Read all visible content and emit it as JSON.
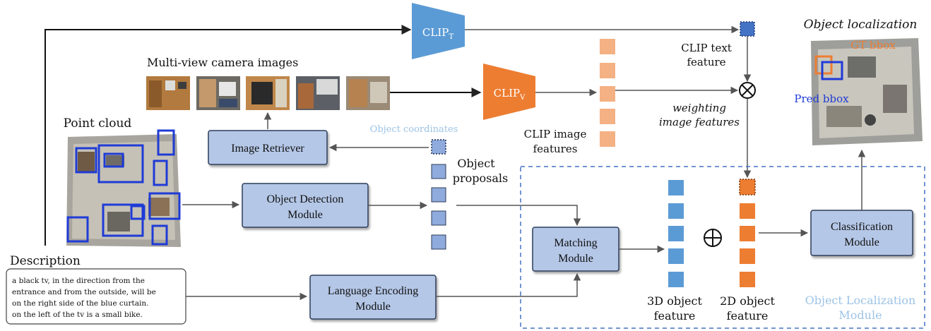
{
  "labels": {
    "clip_t": "CLIP",
    "clip_t_sub": "T",
    "clip_v": "CLIP",
    "clip_v_sub": "V",
    "multiview": "Multi-view camera images",
    "point_cloud": "Point cloud",
    "image_retriever": "Image Retriever",
    "object_coordinates": "Object coordinates",
    "object_proposals_1": "Object",
    "object_proposals_2": "proposals",
    "od_module_1": "Object Detection",
    "od_module_2": "Module",
    "clip_image_features_1": "CLIP image",
    "clip_image_features_2": "features",
    "clip_text_feature_1": "CLIP text",
    "clip_text_feature_2": "feature",
    "weighting_1": "weighting",
    "weighting_2": "image features",
    "object_localization": "Object localization",
    "gt_bbox": "GT bbox",
    "pred_bbox": "Pred bbox",
    "matching_1": "Matching",
    "matching_2": "Module",
    "classification_1": "Classification",
    "classification_2": "Module",
    "feat3d_1": "3D object",
    "feat3d_2": "feature",
    "feat2d_1": "2D object",
    "feat2d_2": "feature",
    "olm_1": "Object Localization",
    "olm_2": "Module",
    "description": "Description",
    "lang_enc_1": "Language Encoding",
    "lang_enc_2": "Module",
    "desc_lines": [
      "a black tv, in the direction from the",
      "entrance and from the outside, will be",
      "on the right side of the blue curtain.",
      "on the left of the tv is a small bike."
    ]
  },
  "colors": {
    "module_fill": "#b4c7e7",
    "module_stroke": "#2f3e5a",
    "clip_text_blue": "#5b9bd5",
    "clip_image_orange": "#ed7d31",
    "light_orange": "#f4b183",
    "proposal_blue": "#8faadc",
    "feat3d_blue": "#5b9bd5",
    "dashed_region": "#4472c4",
    "light_blue_text": "#9dc3e6",
    "gt_orange": "#ed7d31",
    "pred_blue": "#1f3bd6"
  }
}
